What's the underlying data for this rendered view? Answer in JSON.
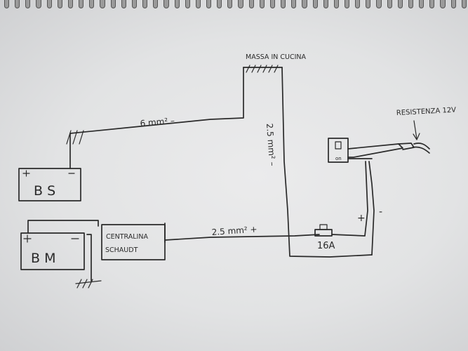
{
  "diagram": {
    "ground_label": "MASSA IN CUCINA",
    "wire_6mm": "6 mm²  –",
    "wire_25_vertical": "2.5 mm²  –",
    "wire_25_bottom": "2.5 mm² +",
    "battery_bs": "B S",
    "battery_bm": "B M",
    "controller_line1": "CENTRALINA",
    "controller_line2": "SCHAUDT",
    "fuse": "16A",
    "heater_label": "RESISTENZA 12V",
    "plus": "+",
    "minus": "-",
    "switch_mark": "on"
  }
}
